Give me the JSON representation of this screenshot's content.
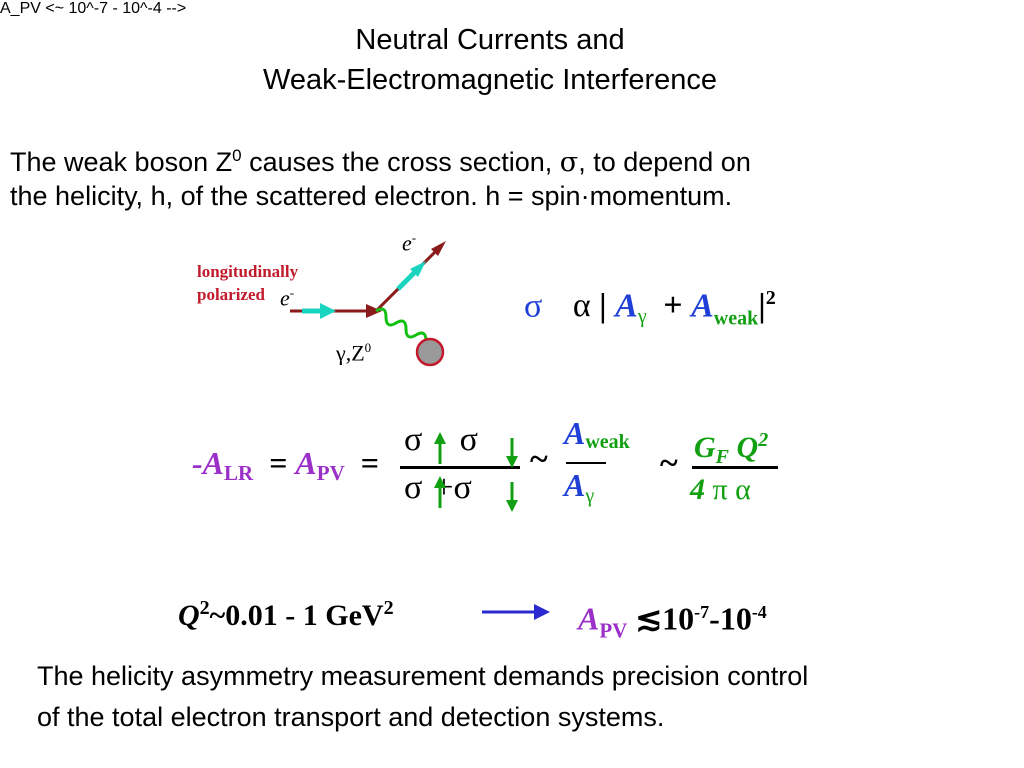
{
  "colors": {
    "text": "#000000",
    "blue": "#1f3fd6",
    "green": "#12a012",
    "purple": "#9b30c8",
    "red": "#c21a2b",
    "darkred": "#8b1a1a",
    "cyan": "#19d5c0",
    "gray": "#9a9a9a",
    "arrow_blue": "#2a2ad0"
  },
  "title": {
    "line1": "Neutral Currents and",
    "line2": "Weak-Electromagnetic Interference"
  },
  "intro": {
    "line1_a": "The weak boson Z",
    "line1_sup": "0",
    "line1_b": " causes the cross section, ",
    "line1_sigma": "σ",
    "line1_c": ", to depend on",
    "line2": "the helicity, h, of the scattered electron. h = spin·momentum."
  },
  "diagram": {
    "label_line1": "longitudinally",
    "label_line2": "polarized",
    "electron_in": "e",
    "electron_out": "e",
    "electron_charge": "-",
    "exchange_label": "γ,Z",
    "exchange_sup": "0"
  },
  "eq1": {
    "sigma": "σ",
    "prop": "α",
    "bar": "|",
    "A": "A",
    "gamma": "γ",
    "plus": "+",
    "A2": "A",
    "weak": "weak",
    "bar2": "|",
    "power": "2"
  },
  "eq2": {
    "neg_A": "-A",
    "LR": "LR",
    "eq": "=",
    "A_pv": "A",
    "PV": "PV",
    "eq2": "=",
    "num_s1": "σ",
    "num_minus": "-",
    "num_s2": "σ",
    "den_s1": "σ",
    "den_plus": "+",
    "den_s2": "σ",
    "tilde": "~",
    "fr_A": "A",
    "fr_weak": "weak",
    "fr_Ag": "A",
    "fr_gamma": "γ",
    "tilde2": "~",
    "GF": "G",
    "F": "F",
    "Q2": "Q",
    "Q2_pow": "2",
    "den_4": "4",
    "den_pi": "π",
    "den_alpha": "α"
  },
  "eq3": {
    "Q": "Q",
    "Q_pow": "2",
    "range": "~0.01 - 1 GeV",
    "gev_pow": "2",
    "A": "A",
    "PV": "PV",
    "leq": "≲",
    "ten1": "10",
    "exp1": "-7",
    "dash": "-",
    "ten2": "10",
    "exp2": "-4"
  },
  "footer": {
    "line1": "The helicity asymmetry measurement demands precision control",
    "line2": "of the total electron transport and detection systems."
  }
}
